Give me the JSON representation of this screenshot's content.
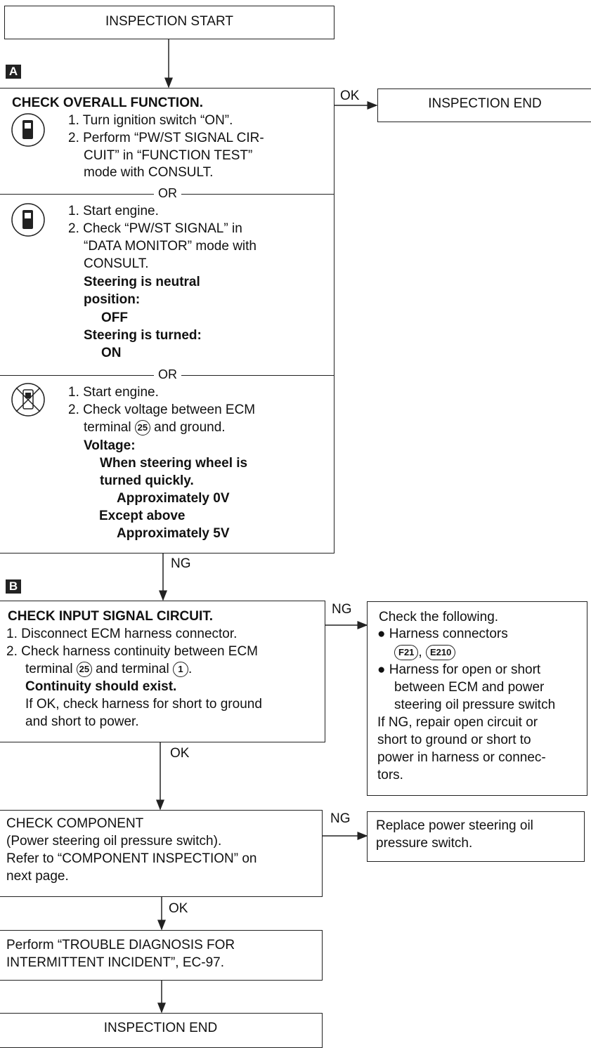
{
  "start_box": {
    "label": "INSPECTION START"
  },
  "step_a": {
    "badge": "A",
    "title": "CHECK OVERALL FUNCTION.",
    "method1": [
      "1. Turn ignition switch “ON”.",
      "2. Perform “PW/ST SIGNAL CIR-",
      "CUIT” in “FUNCTION TEST”",
      "mode with CONSULT."
    ],
    "or1": "OR",
    "method2": [
      "1. Start engine.",
      "2. Check “PW/ST SIGNAL” in",
      "“DATA MONITOR” mode with",
      "CONSULT."
    ],
    "method2_spec": [
      "Steering is neutral",
      "position:",
      "OFF",
      "Steering is turned:",
      "ON"
    ],
    "or2": "OR",
    "method3": [
      "1. Start engine.",
      "2. Check voltage between ECM"
    ],
    "method3_terminal_pre": "terminal",
    "method3_terminal_num": "25",
    "method3_terminal_post": "and ground.",
    "method3_spec": [
      "Voltage:",
      "When steering wheel is",
      "turned quickly.",
      "Approximately 0V",
      "Except above",
      "Approximately 5V"
    ],
    "ok_label": "OK",
    "ng_label": "NG",
    "ok_result": "INSPECTION END"
  },
  "step_b": {
    "badge": "B",
    "title": "CHECK INPUT SIGNAL CIRCUIT.",
    "line1": "1. Disconnect ECM harness connector.",
    "line2": "2. Check harness continuity between ECM",
    "line3_pre": "terminal",
    "line3_num1": "25",
    "line3_mid": "and terminal",
    "line3_num2": "1",
    "line3_post": ".",
    "spec": "Continuity should exist.",
    "line4": "If OK, check harness for short to ground",
    "line5": "and short to power.",
    "ng_label": "NG",
    "ok_label": "OK",
    "ng_box": {
      "intro": "Check the following.",
      "bullet1": "Harness connectors",
      "conn1": "F21",
      "conn2": "E210",
      "bullet2": [
        "Harness for open or short",
        "between ECM and power",
        "steering oil pressure switch"
      ],
      "tail": [
        "If NG, repair open circuit or",
        "short to ground or short to",
        "power in harness or connec-",
        "tors."
      ]
    }
  },
  "step_c": {
    "lines": [
      "CHECK COMPONENT",
      "(Power steering oil pressure switch).",
      "Refer to “COMPONENT INSPECTION” on",
      "next page."
    ],
    "ng_label": "NG",
    "ok_label": "OK",
    "ng_box": [
      "Replace power steering oil",
      "pressure switch."
    ]
  },
  "step_d": {
    "lines": [
      "Perform “TROUBLE DIAGNOSIS FOR",
      "INTERMITTENT INCIDENT”, EC-97."
    ]
  },
  "end_box": {
    "label": "INSPECTION END"
  }
}
